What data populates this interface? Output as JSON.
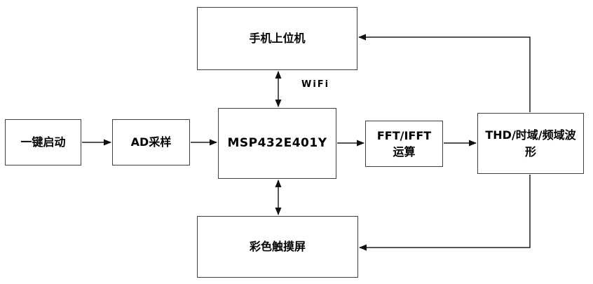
{
  "diagram": {
    "blocks": {
      "phone_host": {
        "label": "手机上位机"
      },
      "one_key": {
        "label": "一键启动"
      },
      "ad_sampling": {
        "label": "AD采样"
      },
      "mcu": {
        "label": "MSP432E401Y"
      },
      "fft": {
        "label": "FFT/IFFT运算"
      },
      "thd": {
        "label": "THD/时域/频域波形"
      },
      "touchscreen": {
        "label": "彩色触摸屏"
      }
    },
    "edge_labels": {
      "wifi": "WiFi"
    },
    "connections": [
      {
        "from": "one_key",
        "to": "ad_sampling",
        "type": "arrow"
      },
      {
        "from": "ad_sampling",
        "to": "mcu",
        "type": "arrow"
      },
      {
        "from": "mcu",
        "to": "fft",
        "type": "arrow"
      },
      {
        "from": "fft",
        "to": "thd",
        "type": "arrow"
      },
      {
        "from": "mcu",
        "to": "phone_host",
        "type": "bidirectional",
        "label": "WiFi"
      },
      {
        "from": "mcu",
        "to": "touchscreen",
        "type": "bidirectional"
      },
      {
        "from": "thd",
        "to": "phone_host",
        "type": "arrow"
      },
      {
        "from": "thd",
        "to": "touchscreen",
        "type": "arrow"
      }
    ],
    "colors": {
      "background": "#ffffff",
      "box_border": "#3f3f3f",
      "line": "#1f1f1f",
      "text": "#000000"
    }
  }
}
